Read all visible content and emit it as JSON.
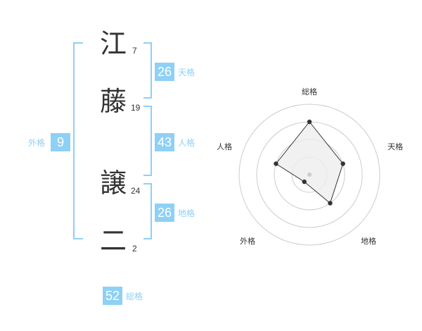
{
  "name_chars": [
    {
      "char": "江",
      "strokes": "7"
    },
    {
      "char": "藤",
      "strokes": "19"
    },
    {
      "char": "譲",
      "strokes": "24"
    },
    {
      "char": "二",
      "strokes": "2"
    }
  ],
  "kakusu": {
    "tenkaku": {
      "value": "26",
      "label": "天格"
    },
    "jinkaku": {
      "value": "43",
      "label": "人格"
    },
    "chikaku": {
      "value": "26",
      "label": "地格"
    },
    "gaikaku": {
      "value": "9",
      "label": "外格"
    },
    "soukaku": {
      "value": "52",
      "label": "総格"
    }
  },
  "colors": {
    "accent": "#8fd0f5",
    "text": "#333333"
  },
  "chart_data": {
    "type": "radar",
    "axes": [
      "総格",
      "天格",
      "地格",
      "外格",
      "人格"
    ],
    "rings": 4,
    "max": 4,
    "values": [
      3,
      2,
      2,
      0.5,
      2
    ]
  }
}
